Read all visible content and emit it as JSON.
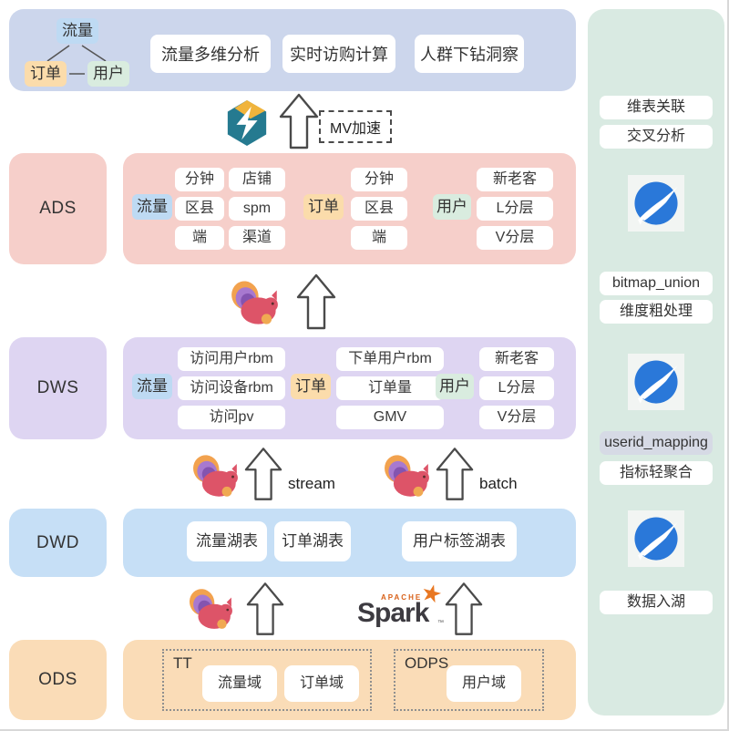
{
  "top_panel": {
    "tree_root": "流量",
    "tree_left": "订单",
    "tree_right": "用户",
    "cards": [
      "流量多维分析",
      "实时访购计算",
      "人群下钻洞察"
    ]
  },
  "mv": {
    "label": "MV加速"
  },
  "ads": {
    "name": "ADS",
    "traffic": "流量",
    "traffic_col1": [
      "分钟",
      "区县",
      "端"
    ],
    "traffic_col2": [
      "店铺",
      "spm",
      "渠道"
    ],
    "order": "订单",
    "order_col": [
      "分钟",
      "区县",
      "端"
    ],
    "user": "用户",
    "user_col": [
      "新老客",
      "L分层",
      "V分层"
    ]
  },
  "dws": {
    "name": "DWS",
    "traffic": "流量",
    "traffic_col": [
      "访问用户rbm",
      "访问设备rbm",
      "访问pv"
    ],
    "order": "订单",
    "order_col": [
      "下单用户rbm",
      "订单量",
      "GMV"
    ],
    "user": "用户",
    "user_col": [
      "新老客",
      "L分层",
      "V分层"
    ]
  },
  "flows": {
    "stream": "stream",
    "batch": "batch"
  },
  "dwd": {
    "name": "DWD",
    "tables": [
      "流量湖表",
      "订单湖表",
      "用户标签湖表"
    ]
  },
  "spark": {
    "apache": "APACHE",
    "name": "Spark",
    "tm": "™"
  },
  "ods": {
    "name": "ODS",
    "tt_label": "TT",
    "tt_items": [
      "流量域",
      "订单域"
    ],
    "odps_label": "ODPS",
    "odps_items": [
      "用户域"
    ]
  },
  "sidebar": {
    "items": [
      "维表关联",
      "交叉分析",
      "bitmap_union",
      "维度粗处理",
      "userid_mapping",
      "指标轻聚合",
      "数据入湖"
    ]
  },
  "icons": {
    "hexagon_engine": "hologres-hexagon-logo",
    "flink": "flink-squirrel-logo",
    "spark_star": "spark-star-icon",
    "circle_engine": "marlin-engine-logo",
    "arrow": "up-arrow-icon"
  },
  "colors": {
    "top_panel_bg": "#ccd6ec",
    "ads_bg": "#f6cfca",
    "dws_bg": "#ded5f2",
    "dwd_bg": "#c6dff6",
    "ods_bg": "#fadcb7",
    "sidebar_bg": "#d9eae2",
    "chip_traffic": "#bedaf3",
    "chip_order": "#fbdcab",
    "chip_user": "#d9ecdf",
    "userid_mapping_bg": "#d6dae5",
    "spark_orange": "#e87722",
    "engine_blue": "#2a78d9",
    "engine_teal": "#257a90",
    "engine_yellow": "#f0b43c"
  }
}
